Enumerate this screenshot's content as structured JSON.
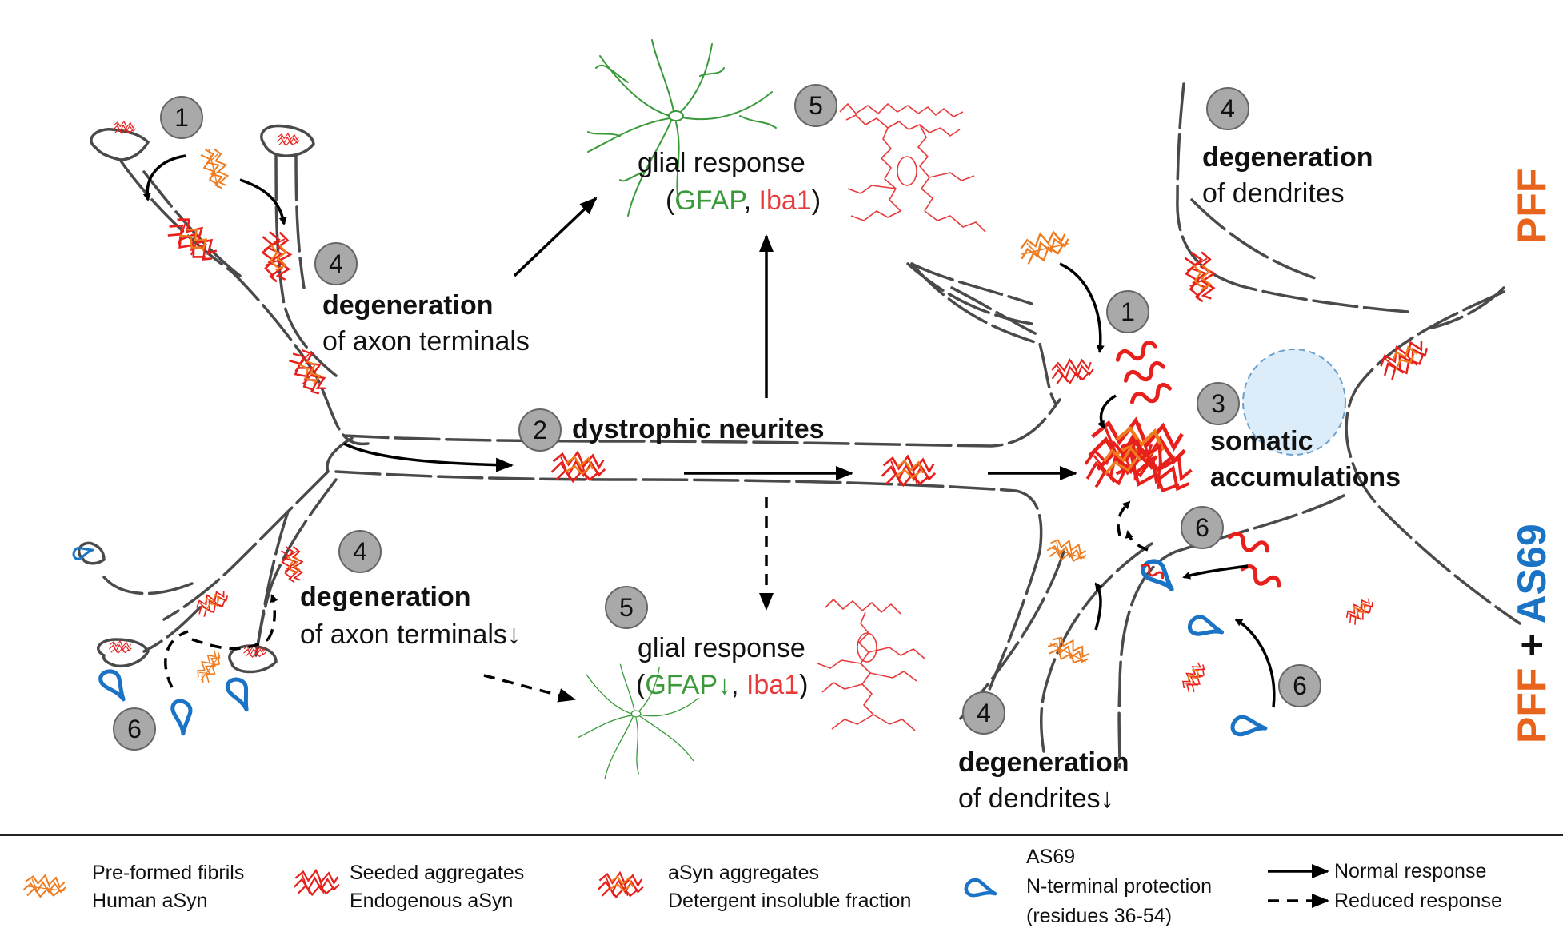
{
  "labels": {
    "glial_response": "glial response",
    "gfap": "GFAP",
    "iba1": "Iba1",
    "gfap_reduced": "GFAP↓",
    "paren_open": "(",
    "comma": ", ",
    "paren_close": ")",
    "degeneration": "degeneration",
    "of_dendrites": "of dendrites",
    "of_dendrites_reduced": "of dendrites↓",
    "of_axon_terminals": "of axon terminals",
    "of_axon_terminals_reduced": "of axon terminals↓",
    "dystrophic_neurites": "dystrophic neurites",
    "somatic": "somatic",
    "accumulations": "accumulations"
  },
  "side_labels": {
    "pff": "PFF",
    "pff2": "PFF",
    "plus": " + ",
    "as69": "AS69"
  },
  "step_numbers": {
    "n1a": "1",
    "n1b": "1",
    "n2": "2",
    "n3": "3",
    "n4a": "4",
    "n4b": "4",
    "n4c": "4",
    "n4d": "4",
    "n5a": "5",
    "n5b": "5",
    "n6a": "6",
    "n6b": "6",
    "n6c": "6"
  },
  "legend": {
    "pff_line1": "Pre-formed fibrils",
    "pff_line2": "Human aSyn",
    "seeded_line1": "Seeded aggregates",
    "seeded_line2": "Endogenous aSyn",
    "agg_line1": "aSyn aggregates",
    "agg_line2": "Detergent insoluble fraction",
    "as69_line1": "AS69",
    "as69_line2": "N-terminal protection",
    "as69_line3": "(residues 36-54)",
    "normal": "Normal response",
    "reduced": "Reduced response"
  },
  "colors": {
    "pff_orange": "#f07b1e",
    "aggregate_red": "#e8201c",
    "as69_blue": "#1a73c4",
    "glia_green": "#3a9a3a",
    "microglia_red": "#e83a3a",
    "outline_gray": "#4a4a4a",
    "badge_fill": "#a9a9a9",
    "nucleus_fill": "#dcecf8"
  },
  "icons": {
    "astrocyte": "astrocyte-icon",
    "microglia": "microglia-icon",
    "pff": "pff-fibril-icon",
    "seeded": "seeded-aggregate-icon",
    "aggregate": "asyn-aggregate-icon",
    "as69": "as69-loop-icon"
  }
}
